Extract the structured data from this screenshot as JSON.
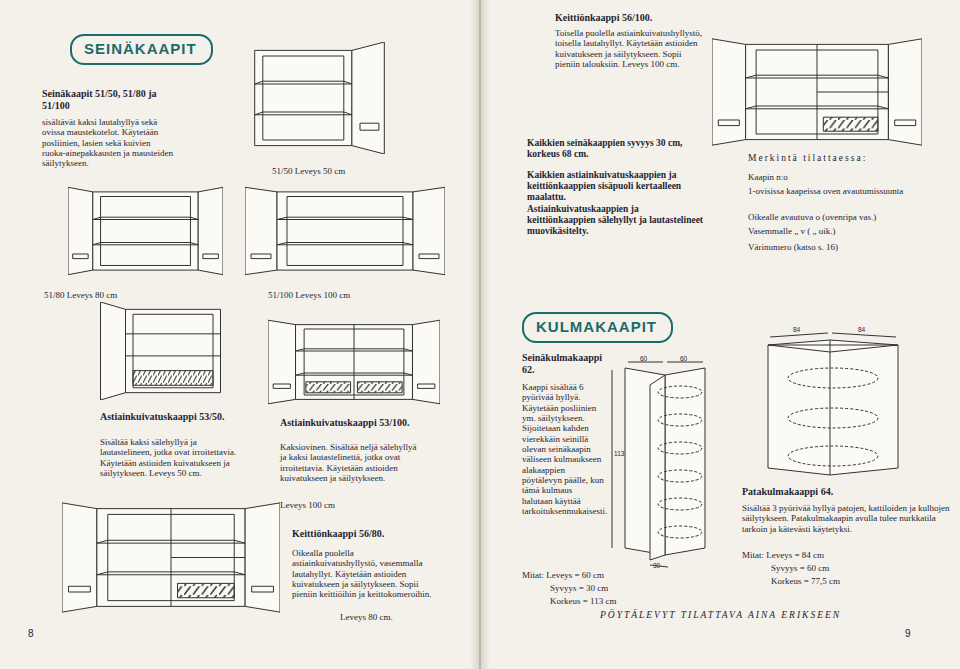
{
  "diagram": {
    "nodes": [
      {
        "text": [
          "SEINÄKAAPIT"
        ]
      },
      {
        "text": [
          "KULMAKAAPIT"
        ]
      }
    ],
    "labels": [
      "Seinäkaapit 51/50, 51/80 ja 51/100",
      "sisältävät kaksi lautahyllyä sekä ovissa maustekotelot. Käytetään posliinien, lasien sekä kuivien ruoka-ainepakkausten ja mausteiden säilytykseen.",
      "51/50 Leveys 50 cm",
      "51/80 Leveys 80 cm",
      "51/100 Leveys 100 cm",
      "Astiainkuivatuskaappi 53/50.",
      "Sisältää kaksi sälehyllyä ja lautastelineen, jotka ovat irroitettavia. Käytetään astioiden kuivatukseen ja säilytykseen. Leveys 50 cm.",
      "Astiainkuivatuskaappi 53/100.",
      "Kaksiovinen. Sisältää neljä sälehyllyä ja kaksi lautastelinettä, jotka ovat irroitettavia. Käytetään astioiden kuivatukseen ja säilytykseen.",
      "Leveys 100 cm",
      "Keittiönkaappi 56/80.",
      "Oikealla puolella astiainkuivatushyllystö, vasemmalla lautahyllyt. Käytetään astioiden kuivatukseen ja säilytykseen. Sopii pieniin keittiöihin ja keittokomeroihin.",
      "Leveys 80 cm.",
      "8",
      "Keittiönkaappi 56/100.",
      "Toisella puolella astiainkuivatushyllystö, toisella lautahyllyt. Käytetään astioiden kuivatukseen ja säilytykseen. Sopii pieniin talouksiin. Leveys 100 cm.",
      "Kaikkien seinäkaappien syvyys 30 cm, korkeus 68 cm.",
      "Kaikkien astiainkuivatuskaappien ja keittiönkaappien sisäpuoli kertaalleen maalattu.",
      "Astiainkuivatuskaappien ja keittiönkaappien sälehyllyt ja lautastelineet muovikäsitelty.",
      "Merkintä tilattaessa:",
      "Kaapin n:o",
      "1-ovisissa kaapeissa oven avautumissuunta",
      "Oikealle avautuva o (ovenripa vas.)",
      "Vasemmalle „ v ( „ oik.)",
      "Värinumero (katso s. 16)",
      "Seinäkulmakaappi 62.",
      "Kaappi sisältää 6 pyörivää hyllyä. Käytetään posliinien ym. säilytykseen. Sijoitetaan kahden vierekkäin seinillä olevan seinäkaapin väliseen kulmaukseen alakaappien pöytälevyn päälle, kun tämä kulmaus halutaan käyttää tarkoituksenmukaisesti.",
      "Mitat: Leveys = 60 cm",
      "Syvyys = 30 cm",
      "Korkeus = 113 cm",
      "Patakulmakaappi 64.",
      "Sisältää 3 pyörivää hyllyä patojen, kattiloiden ja kulhojen säilytykseen. Patakulmakaapin avulla tulee nurkkatila tarkoin ja kätevästi käytetyksi.",
      "Mitat: Leveys = 84 cm",
      "Syvyys = 60 cm",
      "Korkeus = 77,5 cm",
      "PÖYTÄLEVYT TILATTAVA AINA ERIKSEEN",
      "9",
      "60",
      "60",
      "113",
      "30",
      "84",
      "84"
    ]
  }
}
